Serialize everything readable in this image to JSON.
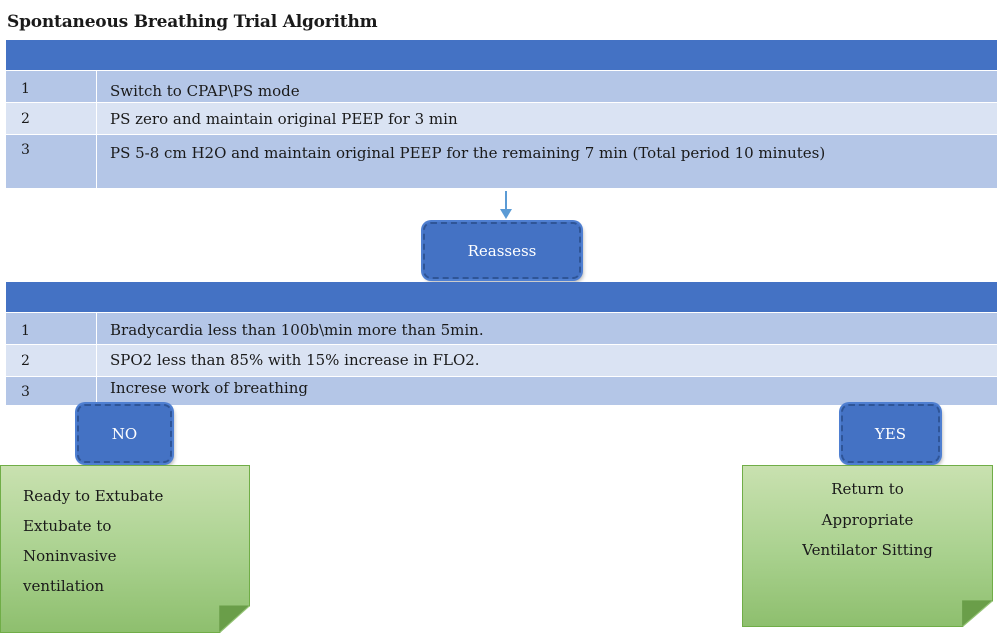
{
  "title": "Spontaneous Breathing Trial Algorithm",
  "table1": {
    "rows": [
      {
        "num": "1",
        "text": "Switch to CPAP\\PS mode"
      },
      {
        "num": "2",
        "text": "PS zero and maintain original PEEP for 3 min"
      },
      {
        "num": "3",
        "text": "PS 5-8 cm H2O and maintain original PEEP for the remaining 7 min (Total period 10 minutes)"
      }
    ]
  },
  "reassess_label": "Reassess",
  "table2": {
    "rows": [
      {
        "num": "1",
        "text": "Bradycardia less than 100b\\min more than 5min."
      },
      {
        "num": "2",
        "text": "SPO2 less than 85% with 15% increase in FLO2."
      },
      {
        "num": "3",
        "text": "Increse work of breathing"
      }
    ]
  },
  "no_label": "NO",
  "yes_label": "YES",
  "no_outcome": [
    "Ready to Extubate",
    "Extubate to",
    "Noninvasive",
    "ventilation"
  ],
  "yes_outcome": [
    "Return to",
    "Appropriate",
    "Ventilator Sitting"
  ],
  "colors": {
    "header_blue": "#4472c4",
    "row_dark": "#b4c6e7",
    "row_light": "#dae3f3",
    "note_green": "#a9d18e",
    "arrow_blue": "#5b9bd5"
  }
}
